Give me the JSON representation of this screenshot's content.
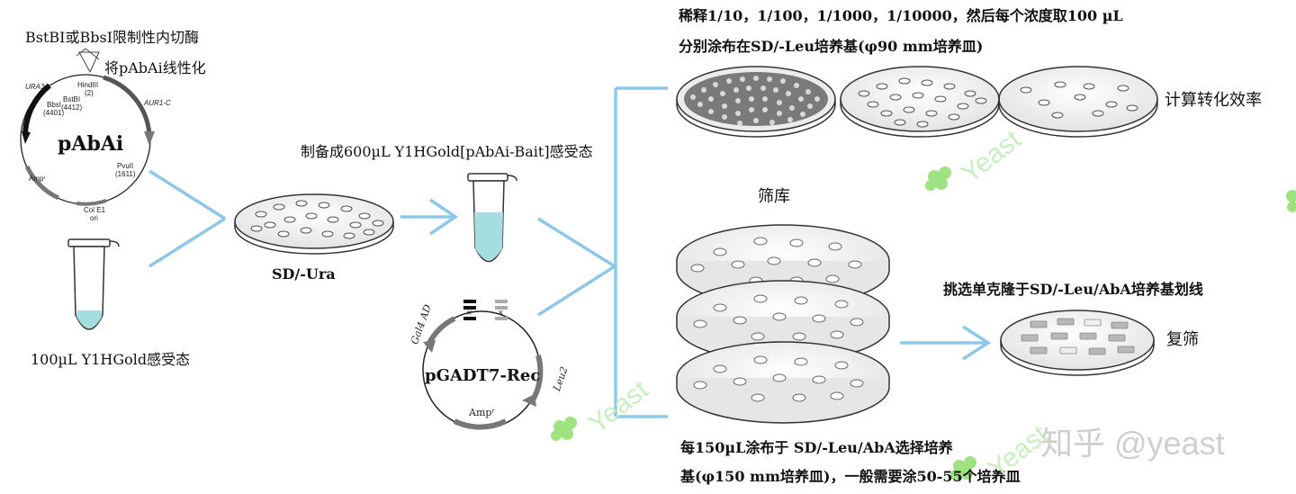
{
  "step1": {
    "enzyme_line": "BstBI或BbsI限制性内切酶",
    "linearize_line": "将pAbAi线性化",
    "plasmid_name": "pAbAi",
    "plasmid_labels": {
      "ura3": "URA3",
      "aur1c": "AUR1-C",
      "hindiii": "HindIII",
      "hindiii_pos": "(2)",
      "bstbi": "BstBI",
      "bstbi_pos": "(4412)",
      "bbsi": "BbsI",
      "bbsi_pos": "(4401)",
      "pvuii": "PvuII",
      "pvuii_pos": "(1611)",
      "amp": "Ampʳ",
      "cole1": "Col E1",
      "ori": "ori"
    },
    "competent_label": "100µL Y1HGold感受态"
  },
  "step2": {
    "plate_label": "SD/-Ura",
    "competent_prep": "制备成600µL Y1HGold[pAbAi-Bait]感受态"
  },
  "library": {
    "plasmid_name": "pGADT7-Rec",
    "gal4": "Gal4 AD",
    "leu2": "Leu2",
    "amp": "Ampʳ"
  },
  "dilution": {
    "line1": "稀释1/10，1/100，1/1000，1/10000，然后每个浓度取100 µL",
    "line2": "分别涂布在SD/-Leu培养基(φ90 mm培养皿)",
    "result": "计算转化效率"
  },
  "screen": {
    "title": "筛库",
    "line1": "每150µL涂布于 SD/-Leu/AbA选择培养",
    "line2": "基(φ150 mm培养皿)，一般需要涂50-55个培养皿"
  },
  "rescreen": {
    "pick_line": "挑选单克隆于SD/-Leu/AbA培养基划线",
    "label": "复筛"
  },
  "watermark": {
    "yeast": "Yeast",
    "site": "知乎 @yeast"
  },
  "colors": {
    "arrow": "#8ec8e8",
    "logo_green": "#7ed957",
    "medium": "#a6dde0"
  }
}
